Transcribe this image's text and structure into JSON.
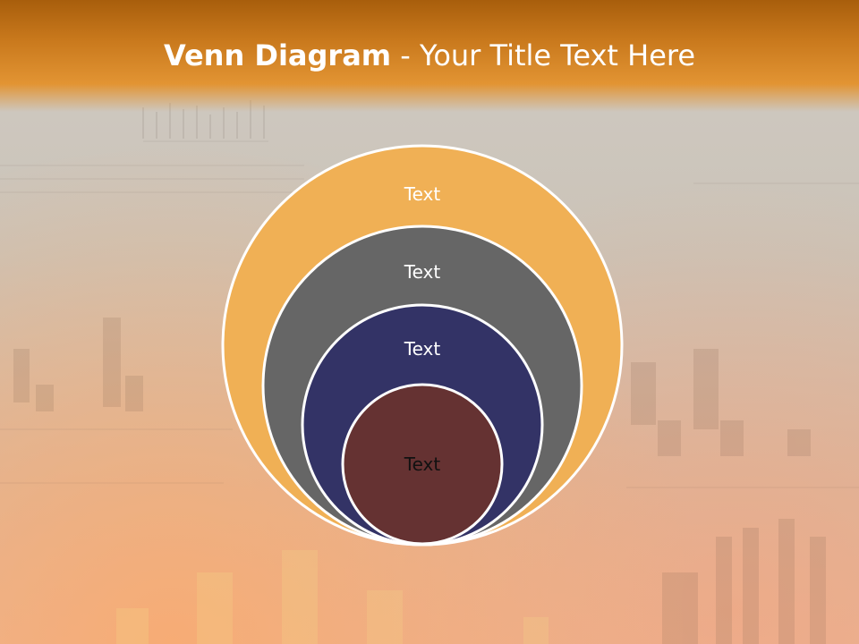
{
  "title": {
    "bold_part": "Venn Diagram",
    "rest": " - Your Title Text Here"
  },
  "colors": {
    "banner": "#c8781c",
    "circle1": "#f0b055",
    "circle2": "#666666",
    "circle3": "#333366",
    "circle4": "#653232",
    "outline": "#ffffff"
  },
  "circles": [
    {
      "label": "Text"
    },
    {
      "label": "Text"
    },
    {
      "label": "Text"
    },
    {
      "label": "Text"
    }
  ]
}
